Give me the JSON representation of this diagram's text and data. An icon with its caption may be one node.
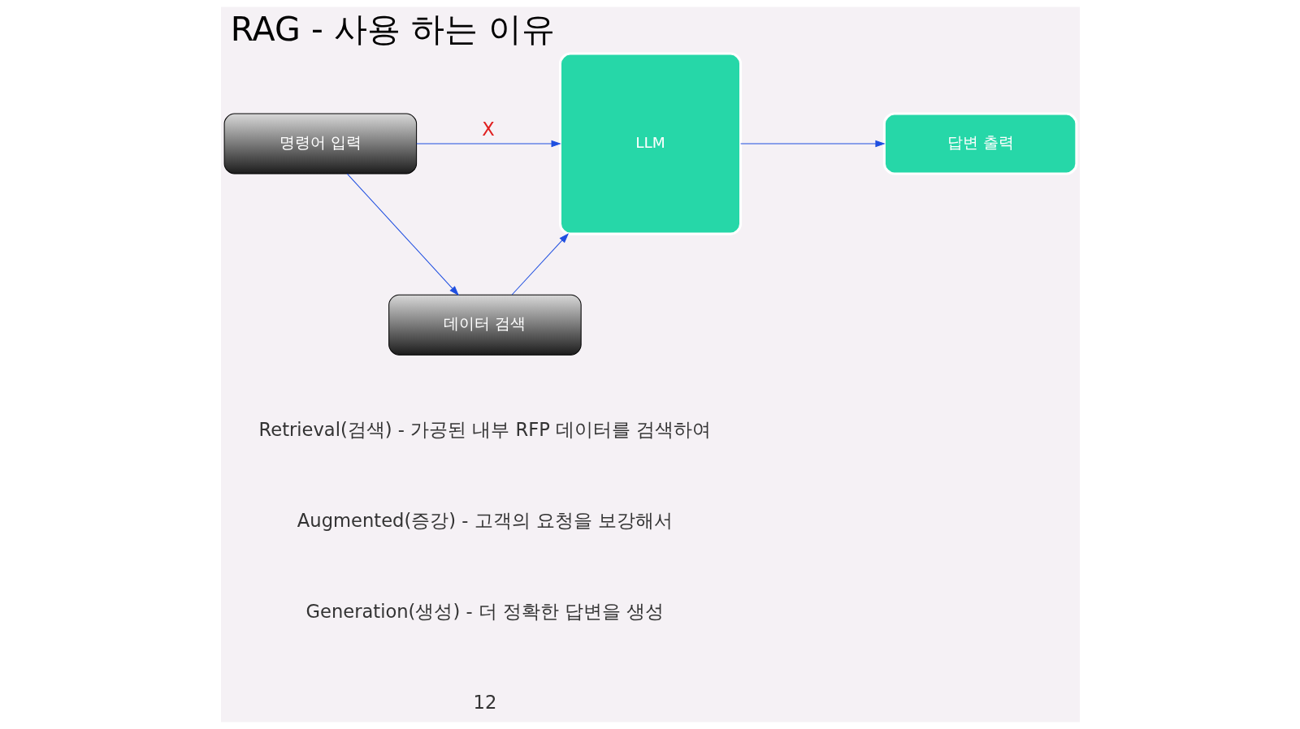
{
  "diagram": {
    "title": "RAG - 사용 하는 이유",
    "nodes": [
      {
        "text": [
          "명령어 입력"
        ]
      },
      {
        "text": [
          "LLM"
        ]
      },
      {
        "text": [
          "답변 출력"
        ]
      },
      {
        "text": [
          "데이터 검색"
        ]
      }
    ],
    "edges": [
      {
        "from": 0,
        "to": 1,
        "arrow": "to",
        "label": "X"
      },
      {
        "from": 1,
        "to": 2,
        "arrow": "to"
      },
      {
        "from": 0,
        "to": 3,
        "arrow": "to"
      },
      {
        "from": 3,
        "to": 1,
        "arrow": "to"
      }
    ],
    "labels": [
      "Retrieval(검색) - 가공된 내부 RFP 데이터를 검색하여",
      "Augmented(증강) - 고객의 요청을 보강해서",
      "Generation(생성) - 더 정확한 답변을 생성",
      "12"
    ]
  }
}
